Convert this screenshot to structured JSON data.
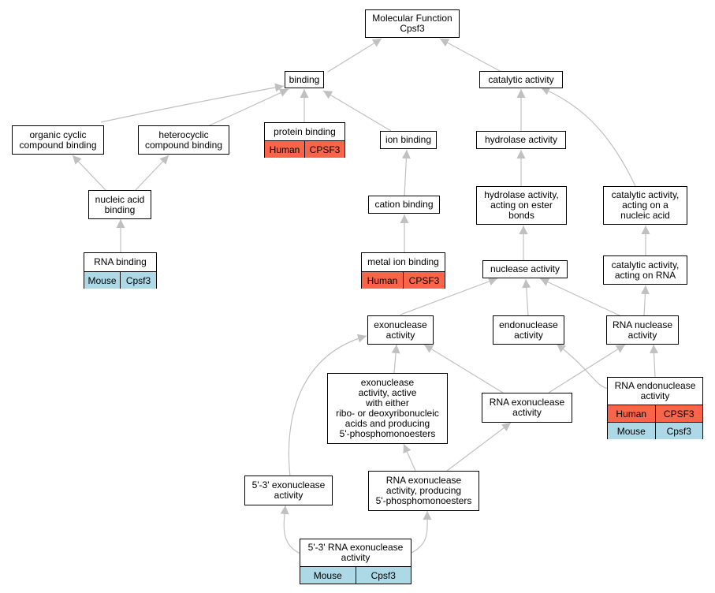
{
  "colors": {
    "edge": "#c0c0c0",
    "human": "#fa6448",
    "mouse": "#add8e6",
    "border": "#000000"
  },
  "nodes": {
    "root": "Molecular Function\nCpsf3",
    "binding": "binding",
    "catalytic": "catalytic activity",
    "organic_cyclic": "organic cyclic\ncompound binding",
    "heterocyclic": "heterocyclic\ncompound binding",
    "protein_binding": "protein binding",
    "ion_binding": "ion binding",
    "hydrolase": "hydrolase activity",
    "catalytic_nucleic": "catalytic activity,\nacting on a\nnucleic acid",
    "nucleic_acid_binding": "nucleic acid\nbinding",
    "cation_binding": "cation binding",
    "hydrolase_ester": "hydrolase activity,\nacting on ester\nbonds",
    "rna_binding": "RNA binding",
    "metal_ion_binding": "metal ion binding",
    "nuclease": "nuclease activity",
    "catalytic_rna": "catalytic activity,\nacting on RNA",
    "exonuclease": "exonuclease\nactivity",
    "endonuclease": "endonuclease\nactivity",
    "rna_nuclease": "RNA nuclease\nactivity",
    "exonuclease_either": "exonuclease\nactivity, active\nwith either\nribo- or deoxyribonucleic\nacids and producing\n5'-phosphomonoesters",
    "rna_exonuclease": "RNA exonuclease\nactivity",
    "rna_endonuclease": "RNA endonuclease\nactivity",
    "exonuclease_53": "5'-3' exonuclease\nactivity",
    "rna_exonuclease_producing": "RNA exonuclease\nactivity, producing\n5'-phosphomonoesters",
    "rna_exonuclease_53": "5'-3' RNA exonuclease\nactivity"
  },
  "annotations": {
    "protein_binding": [
      {
        "species": "Human",
        "gene": "CPSF3"
      }
    ],
    "rna_binding": [
      {
        "species": "Mouse",
        "gene": "Cpsf3"
      }
    ],
    "metal_ion_binding": [
      {
        "species": "Human",
        "gene": "CPSF3"
      }
    ],
    "rna_endonuclease": [
      {
        "species": "Human",
        "gene": "CPSF3"
      },
      {
        "species": "Mouse",
        "gene": "Cpsf3"
      }
    ],
    "rna_exonuclease_53": [
      {
        "species": "Mouse",
        "gene": "Cpsf3"
      }
    ]
  }
}
